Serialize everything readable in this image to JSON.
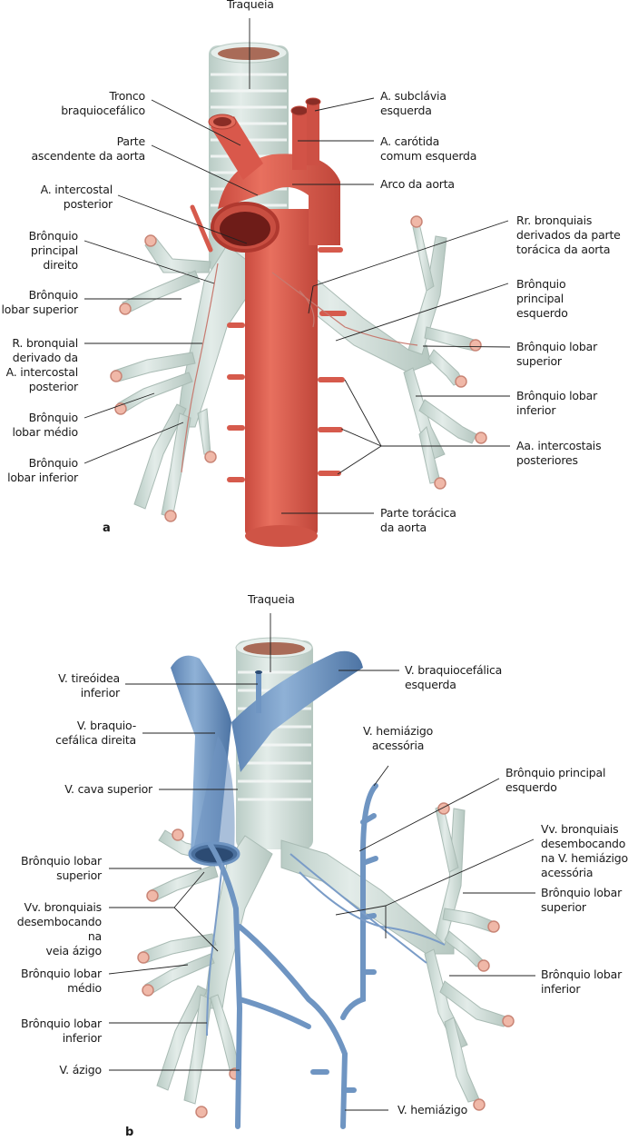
{
  "figure": {
    "panels": [
      {
        "id": "a",
        "letter": "a",
        "labels": {
          "traqueia": "Traqueia",
          "tronco_braquiocefalico": "Tronco\nbraquiocefálico",
          "parte_ascendente": "Parte\nascendente da aorta",
          "a_intercostal_posterior": "A. intercostal\nposterior",
          "bronquio_principal_direito": "Brônquio\nprincipal\ndireito",
          "bronquio_lobar_superior_dir": "Brônquio\nlobar superior",
          "r_bronquial": "R. bronquial\nderivado da\nA. intercostal\nposterior",
          "bronquio_lobar_medio": "Brônquio\nlobar médio",
          "bronquio_lobar_inferior_dir": "Brônquio\nlobar inferior",
          "a_subclavia": "A. subclávia\nesquerda",
          "a_carotida": "A. carótida\ncomum esquerda",
          "arco_aorta": "Arco da aorta",
          "rr_bronquiais": "Rr. bronquiais\nderivados da parte\ntorácica da aorta",
          "bronquio_principal_esquerdo": "Brônquio\nprincipal\nesquerdo",
          "bronquio_lobar_superior_esq": "Brônquio lobar\nsuperior",
          "bronquio_lobar_inferior_esq": "Brônquio lobar\ninferior",
          "aa_intercostais": "Aa. intercostais\nposteriores",
          "parte_toracica": "Parte torácica\nda aorta"
        }
      },
      {
        "id": "b",
        "letter": "b",
        "labels": {
          "traqueia": "Traqueia",
          "v_tireoidea": "V. tireóidea\ninferior",
          "v_braquiocefalica_dir": "V. braquio-\ncefálica direita",
          "v_cava_superior": "V. cava superior",
          "bronquio_lobar_superior_dir": "Brônquio lobar\nsuperior",
          "vv_bronquiais_azigo": "Vv. bronquiais\ndesembocando na\nveia ázigo",
          "bronquio_lobar_medio": "Brônquio lobar\nmédio",
          "bronquio_lobar_inferior_dir": "Brônquio lobar\ninferior",
          "v_azigo": "V. ázigo",
          "v_braquiocefalica_esq": "V. braquiocefálica\nesquerda",
          "v_hemiazigo_acessoria": "V. hemiázigo\nacessória",
          "bronquio_principal_esquerdo": "Brônquio principal\nesquerdo",
          "vv_bronquiais_hemiazigo": "Vv. bronquiais\ndesembocando\nna V. hemiázigo\nacessória",
          "bronquio_lobar_superior_esq": "Brônquio lobar\nsuperior",
          "bronquio_lobar_inferior_esq": "Brônquio lobar\ninferior",
          "v_hemiazigo": "V. hemiázigo"
        }
      }
    ],
    "colors": {
      "artery": "#d9584b",
      "artery_dark": "#b53c32",
      "vein": "#6f95c2",
      "vein_dark": "#4f76a6",
      "cartilage": "#c9d8d2",
      "cartilage_light": "#e6eeeb",
      "lumen": "#a86a58",
      "leader": "#222222"
    }
  }
}
